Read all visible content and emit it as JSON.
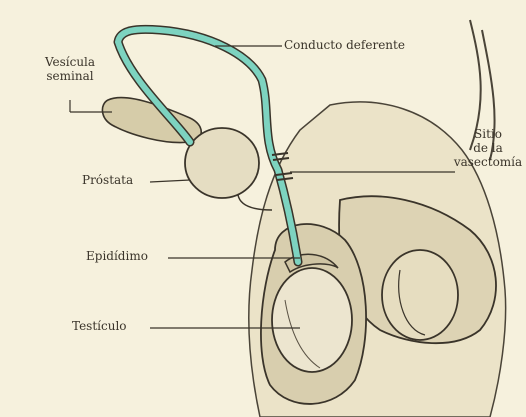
{
  "labels": {
    "conducto": "Conducto deferente",
    "vesicula_1": "Vesícula",
    "vesicula_2": "seminal",
    "prostata": "Próstata",
    "epididimo": "Epidídimo",
    "testiculo": "Testículo",
    "sitio_1": "Sitio",
    "sitio_2": "de la",
    "sitio_3": "vasectomía"
  },
  "colors": {
    "background": "#f6f1dd",
    "vas_deferens": "#7dd3c0",
    "ink": "#3a342a"
  }
}
